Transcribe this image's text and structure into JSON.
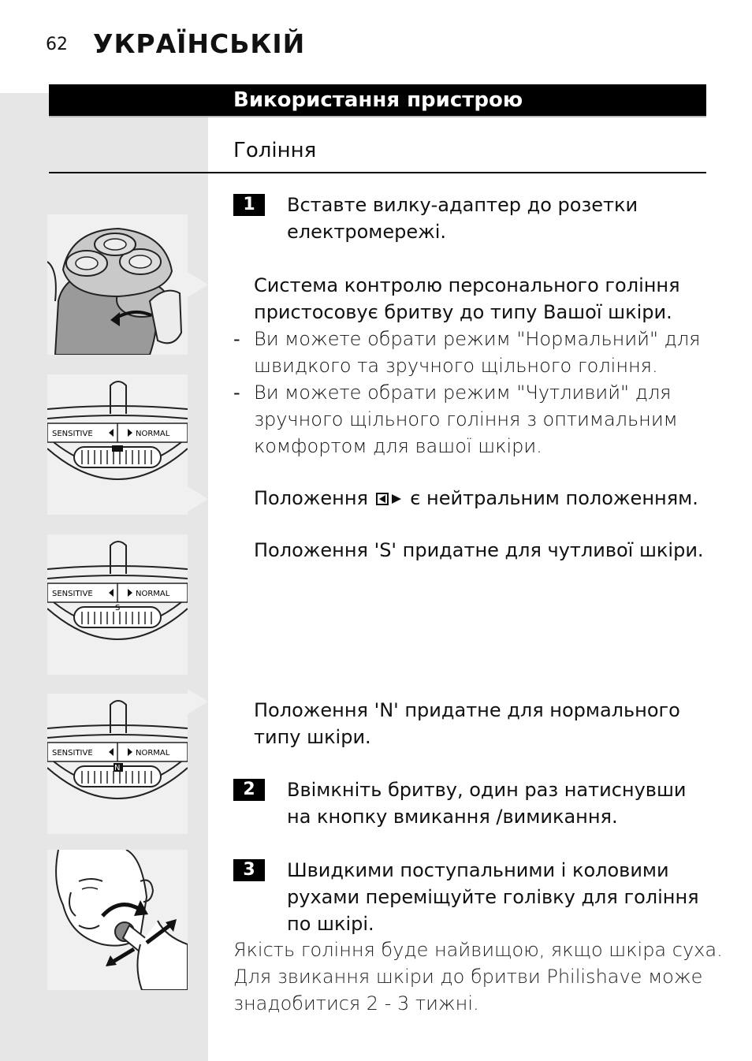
{
  "header": {
    "page_number": "62",
    "language": "УКРАЇНСЬКІЙ"
  },
  "section": {
    "title": "Використання пристрою",
    "subtitle": "Гоління"
  },
  "figures": {
    "dial_left_label": "SENSITIVE",
    "dial_right_label": "NORMAL",
    "dial_mark_s": "S",
    "dial_mark_n": "N"
  },
  "steps": [
    {
      "number": "1",
      "lines": [
        "Вставте вилку-адаптер до розетки",
        "електромережі."
      ]
    },
    {
      "number": "2",
      "lines": [
        "Ввімкніть бритву, один раз натиснувши",
        "на кнопку вмикання /вимикання."
      ]
    },
    {
      "number": "3",
      "lines": [
        "Швидкими поступальними і коловими",
        "рухами переміщуйте голівку для гоління",
        "по шкірі."
      ]
    }
  ],
  "system": {
    "lines": [
      "Система контролю персонального гоління",
      "пристосовує бритву до типу Вашої шкіри."
    ]
  },
  "bullets": [
    {
      "marker": "-",
      "lines": [
        "Ви можете обрати режим \"Нормальний\" для",
        "швидкого та зручного щільного гоління."
      ]
    },
    {
      "marker": "-",
      "lines": [
        "Ви можете обрати режим \"Чутливий\" для",
        "зручного щільного гоління з оптимальним",
        "комфортом для вашої шкіри."
      ]
    }
  ],
  "positions": {
    "neutral_before": "Положення",
    "neutral_after": "є нейтральним положенням.",
    "s": "Положення 'S' придатне для чутливої шкіри.",
    "n": [
      "Положення 'N' придатне для нормального",
      "типу шкіри."
    ]
  },
  "note": {
    "lines": [
      "Якість гоління буде найвищою, якщо шкіра суха.",
      "Для звикання шкіри до бритви Philishave може",
      "знадобитися 2 - 3 тижні."
    ]
  }
}
